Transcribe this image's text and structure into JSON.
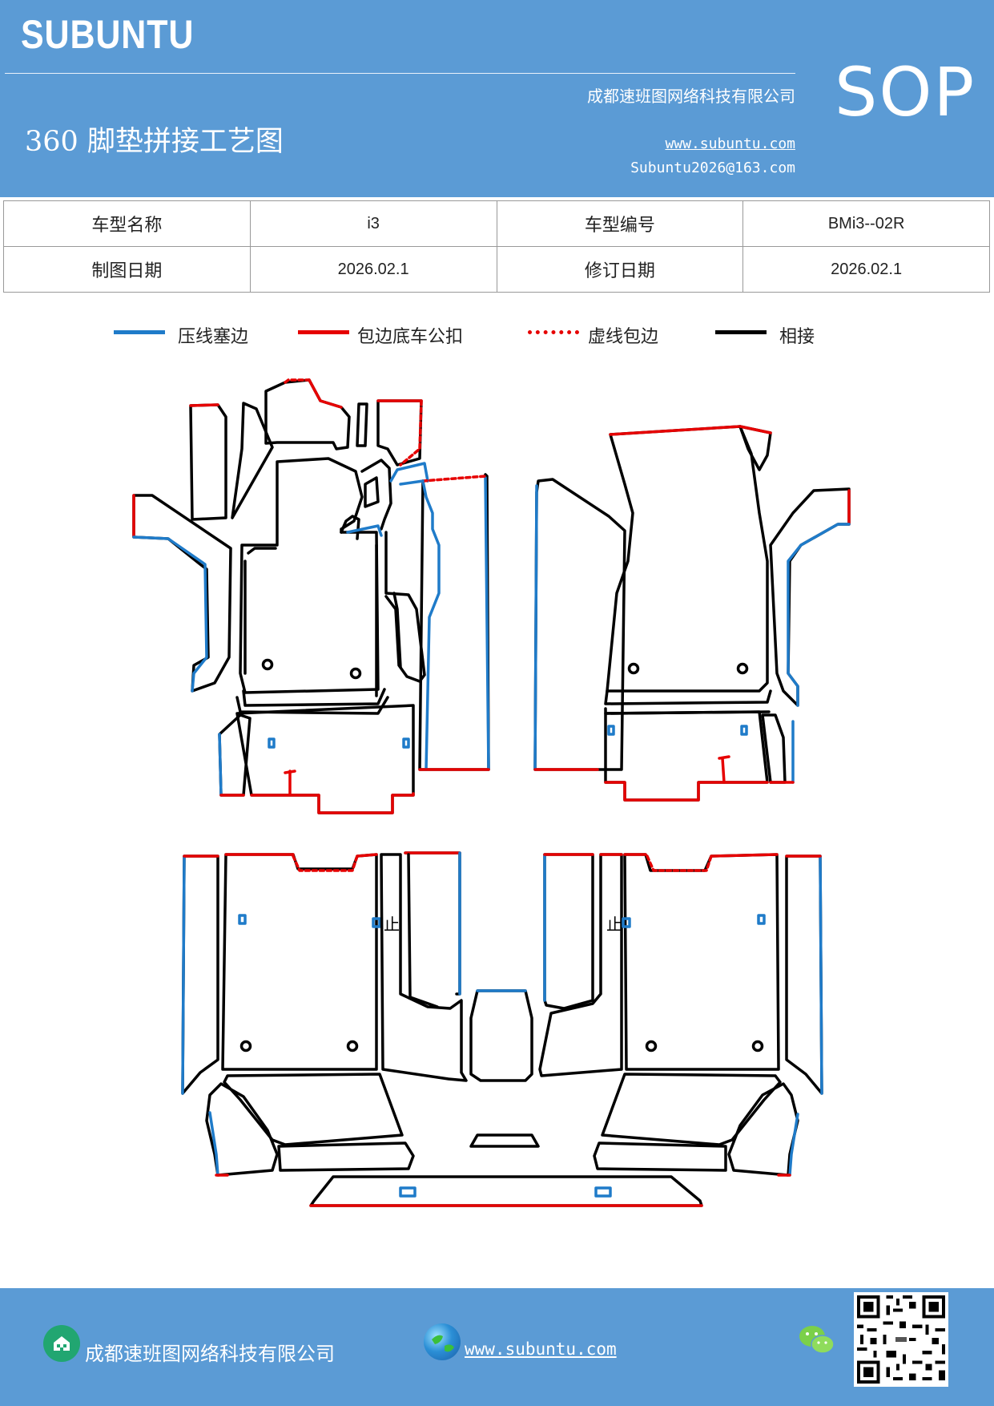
{
  "header": {
    "brand": "SUBUNTU",
    "company": "成都速班图网络科技有限公司",
    "title": "360 脚垫拼接工艺图",
    "website": "www.subuntu.com",
    "email": "Subuntu2026@163.com",
    "badge": "SOP"
  },
  "info": {
    "model_name_label": "车型名称",
    "model_name_value": "i3",
    "model_code_label": "车型编号",
    "model_code_value": "BMi3--02R",
    "draw_date_label": "制图日期",
    "draw_date_value": "2026.02.1",
    "revise_date_label": "修订日期",
    "revise_date_value": "2026.02.1"
  },
  "legend": [
    {
      "label": "压线塞边",
      "color": "#1f7bc9",
      "style": "solid"
    },
    {
      "label": "包边底车公扣",
      "color": "#e60000",
      "style": "solid"
    },
    {
      "label": "虚线包边",
      "color": "#e60000",
      "style": "dotted"
    },
    {
      "label": "相接",
      "color": "#000000",
      "style": "solid"
    }
  ],
  "drawing": {
    "mark_left": "止",
    "mark_right": "止"
  },
  "footer": {
    "company": "成都速班图网络科技有限公司",
    "website": "www.subuntu.com",
    "icons": [
      "building-icon",
      "globe-icon",
      "wechat-icon",
      "qr-code"
    ]
  },
  "colors": {
    "header_bg": "#5b9bd5",
    "blue_line": "#1f7bc9",
    "red_line": "#e60000",
    "black_line": "#000000"
  }
}
